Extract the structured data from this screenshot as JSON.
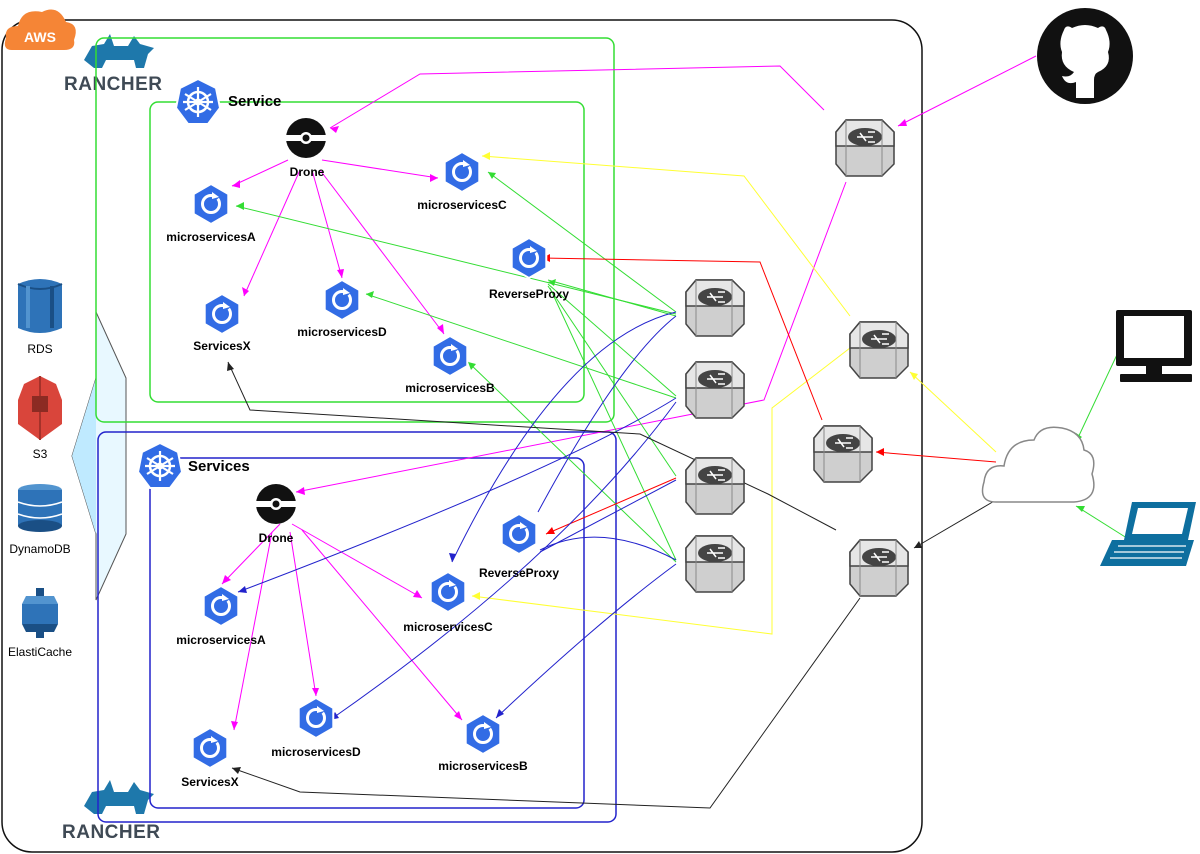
{
  "aws": {
    "badge": "AWS"
  },
  "rancher": {
    "top_logo": "RANCHER",
    "bottom_logo": "RANCHER"
  },
  "top_cluster": {
    "title": "Service",
    "nodes": {
      "drone": "Drone",
      "ms_a": "microservicesA",
      "ms_b": "microservicesB",
      "ms_c": "microservicesC",
      "ms_d": "microservicesD",
      "services_x": "ServicesX",
      "reverse_proxy": "ReverseProxy"
    }
  },
  "bottom_cluster": {
    "title": "Services",
    "nodes": {
      "drone": "Drone",
      "ms_a": "microservicesA",
      "ms_b": "microservicesB",
      "ms_c": "microservicesC",
      "ms_d": "microservicesD",
      "services_x": "ServicesX",
      "reverse_proxy": "ReverseProxy"
    }
  },
  "aws_services": [
    {
      "label": "RDS",
      "icon": "rds-icon"
    },
    {
      "label": "S3",
      "icon": "s3-icon"
    },
    {
      "label": "DynamoDB",
      "icon": "dynamodb-icon"
    },
    {
      "label": "ElastiCache",
      "icon": "elasticache-icon"
    }
  ],
  "external": {
    "github": "github-icon",
    "desktop": "desktop-monitor-icon",
    "laptop": "laptop-icon",
    "internet": "cloud-icon"
  },
  "colors": {
    "drone_edges": "#ff00ff",
    "green_cluster": "#33dd33",
    "blue_cluster": "#2222cc",
    "yellow_edges": "#ffff33",
    "red_edges": "#ff0000",
    "aws_orange": "#f58536",
    "k8s_blue": "#326ce5"
  }
}
